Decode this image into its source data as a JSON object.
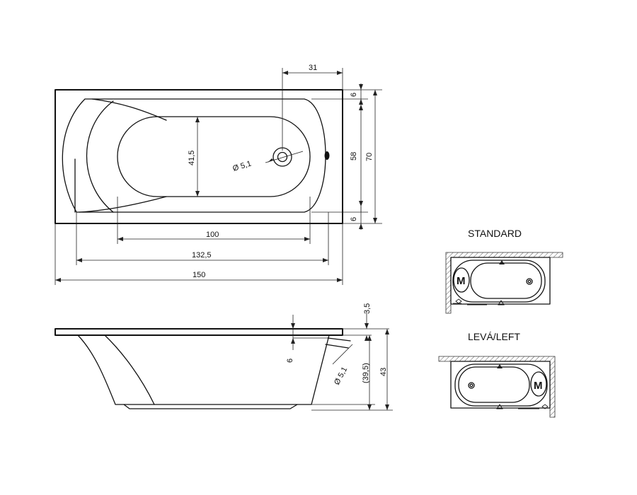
{
  "top_view": {
    "dims": {
      "offset_31": "31",
      "top_6": "6",
      "bottom_6": "6",
      "inner_58": "58",
      "total_70": "70",
      "inner_41_5": "41,5",
      "drain_dia": "Ø 5,1",
      "len_100": "100",
      "len_132_5": "132,5",
      "len_150": "150"
    }
  },
  "side_view": {
    "dims": {
      "rim_3_5": "3,5",
      "depth_6": "6",
      "drain_dia": "Ø 5,1",
      "depth_39_5": "(39,5)",
      "height_43": "43"
    }
  },
  "variants": {
    "standard": {
      "title": "STANDARD",
      "motor_label": "M"
    },
    "left": {
      "title": "LEVÁ/LEFT",
      "motor_label": "M"
    }
  }
}
